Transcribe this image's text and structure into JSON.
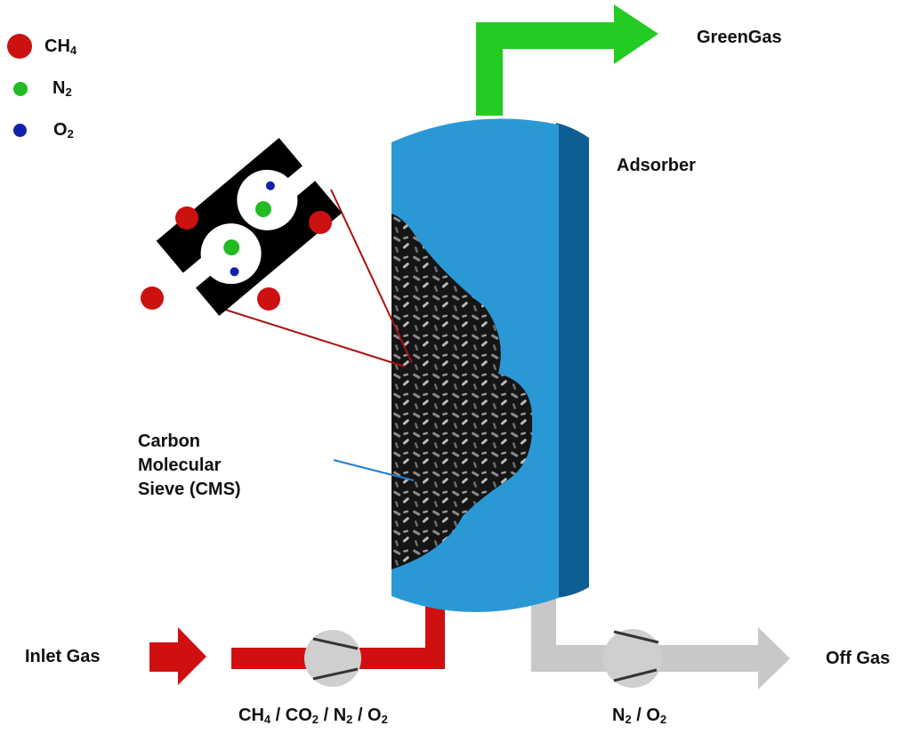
{
  "legend": {
    "items": [
      {
        "species": "CH",
        "sub": "4",
        "color": "#cc1111"
      },
      {
        "species": "N",
        "sub": "2",
        "color": "#22bb22"
      },
      {
        "species": "O",
        "sub": "2",
        "color": "#1122aa"
      }
    ]
  },
  "labels": {
    "green_gas": "GreenGas",
    "adsorber": "Adsorber",
    "cms": [
      "Carbon",
      "Molecular",
      "Sieve (CMS)"
    ],
    "inlet_gas": "Inlet Gas",
    "off_gas": "Off Gas",
    "inlet_composition": [
      {
        "t": "CH",
        "s": "4"
      },
      {
        "t": " / CO",
        "s": "2"
      },
      {
        "t": " / N",
        "s": "2"
      },
      {
        "t": " / O",
        "s": "2"
      }
    ],
    "outlet_composition": [
      {
        "t": "N",
        "s": "2"
      },
      {
        "t": " / O",
        "s": "2"
      }
    ]
  },
  "colors": {
    "vessel": "#2b98d6",
    "vessel_side": "#0f5e93",
    "inlet_pipe": "#d01010",
    "product_pipe": "#22cc22",
    "offgas_pipe": "#c8c8c8",
    "valve": "#cfcfcf",
    "cms": "#1a1a1a"
  }
}
